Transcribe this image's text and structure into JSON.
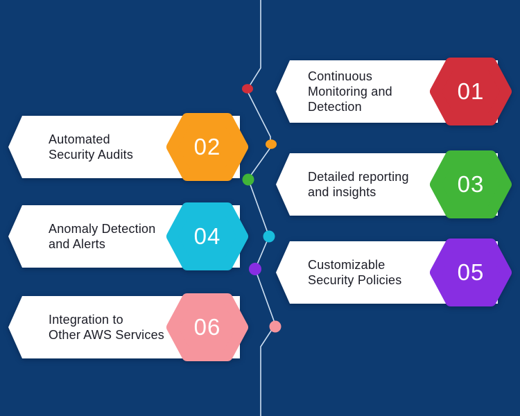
{
  "theme": {
    "bg": "#0d3b71",
    "line": "#cfe0f2",
    "banner": "#ffffff",
    "text": "#1b1c26",
    "number": "#ffffff"
  },
  "items": [
    {
      "number": "01",
      "label": "Continuous\nMonitoring and\nDetection",
      "color": "#d12f3b"
    },
    {
      "number": "02",
      "label": "Automated\nSecurity Audits",
      "color": "#f99d1c"
    },
    {
      "number": "03",
      "label": "Detailed reporting\nand insights",
      "color": "#41b538"
    },
    {
      "number": "04",
      "label": "Anomaly Detection\nand Alerts",
      "color": "#19bedd"
    },
    {
      "number": "05",
      "label": "Customizable\nSecurity Policies",
      "color": "#882ee2"
    },
    {
      "number": "06",
      "label": "Integration to\nOther AWS Services",
      "color": "#f6959d"
    }
  ]
}
